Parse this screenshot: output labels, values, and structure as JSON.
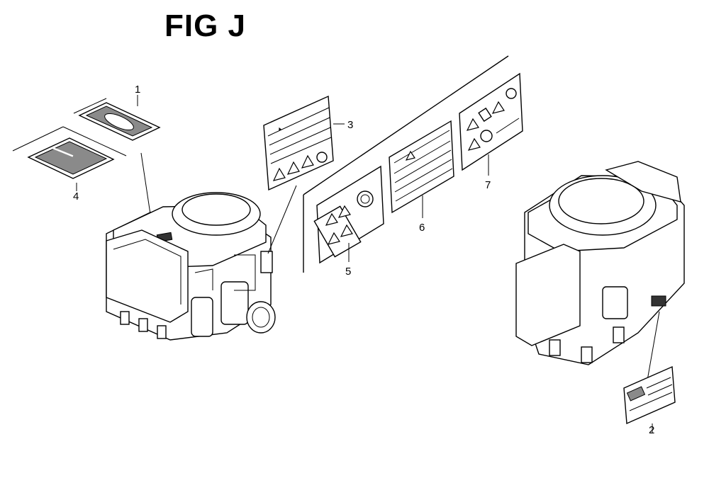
{
  "figure": {
    "title": "FIG J"
  },
  "callouts": [
    {
      "id": "1",
      "label": "1"
    },
    {
      "id": "2",
      "label": "2"
    },
    {
      "id": "3",
      "label": "3"
    },
    {
      "id": "4",
      "label": "4"
    },
    {
      "id": "5",
      "label": "5"
    },
    {
      "id": "6",
      "label": "6"
    },
    {
      "id": "7",
      "label": "7"
    }
  ]
}
